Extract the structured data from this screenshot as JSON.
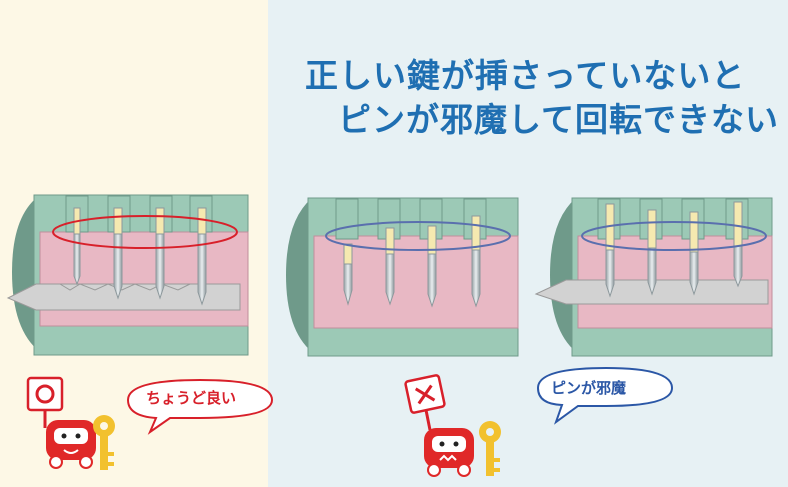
{
  "headline": {
    "line1": "正しい鍵が挿さっていないと",
    "line2": "ピンが邪魔して回転できない"
  },
  "left_scene": {
    "bubble_text": "ちょうど良い",
    "sign_symbol": "circle-mark",
    "mascot": "red-car-mascot-smiling",
    "key": "yellow-key"
  },
  "right_scene": {
    "bubble_text": "ピンが邪魔",
    "sign_symbol": "x-mark",
    "mascot": "red-car-mascot-worried",
    "key": "yellow-key"
  },
  "colors": {
    "headline": "#1f6fb2",
    "lock_body": "#9cc9b6",
    "plug": "#e8b8c4",
    "key_blade": "#d2d2d2",
    "ok_red": "#d8202a",
    "ng_blue": "#2b57a6",
    "mascot_red": "#e02828",
    "key_yellow": "#f2c12e"
  }
}
